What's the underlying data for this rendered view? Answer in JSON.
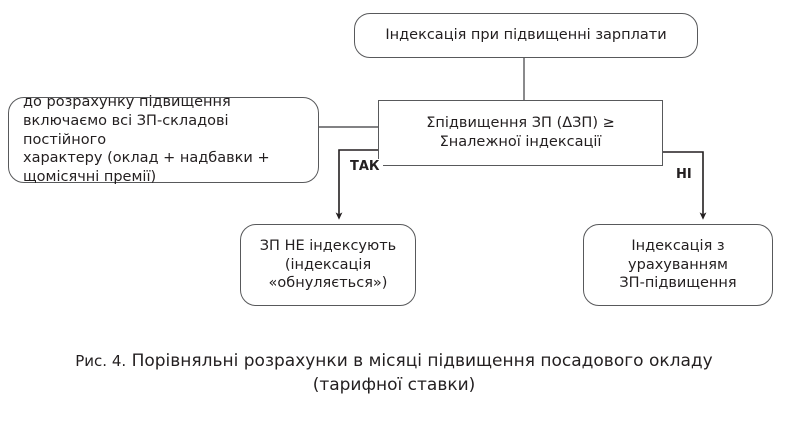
{
  "figure": {
    "caption_number": "Рис. 4.",
    "caption_line1": "Порівняльні розрахунки в місяці підвищення посадового окладу",
    "caption_line2": "(тарифної ставки)"
  },
  "colors": {
    "stroke": "#58595b",
    "text": "#231f20",
    "background": "#ffffff"
  },
  "nodes": {
    "top": {
      "label": "Індексація при підвищенні зарплати",
      "shape": "rounded-rect"
    },
    "left_note": {
      "line1": "  до розрахунку підвищення",
      "line2": "включаємо всі ЗП-складові постійного",
      "line3": "характеру (оклад + надбавки +",
      "line4": "щомісячні премії)",
      "shape": "rounded-rect"
    },
    "decision": {
      "line1": "Σпідвищення ЗП (ΔЗП) ≥",
      "line2": "Σналежної індексації",
      "shape": "rect"
    },
    "outcome_yes": {
      "line1": "ЗП НЕ індексують",
      "line2": "(індексація",
      "line3": "«обнуляється»)",
      "shape": "rounded-rect"
    },
    "outcome_no": {
      "line1": "Індексація з",
      "line2": "урахуванням",
      "line3": "ЗП-підвищення",
      "shape": "rounded-rect"
    }
  },
  "branches": {
    "yes_label": "ТАК",
    "no_label": "НІ"
  }
}
